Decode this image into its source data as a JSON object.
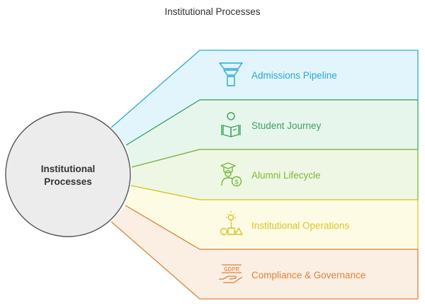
{
  "title": "Institutional Processes",
  "hub": {
    "line1": "Institutional",
    "line2": "Processes"
  },
  "panels": [
    {
      "label": "Admissions Pipeline",
      "icon": "funnel-icon",
      "color": "#2aa9d2",
      "fill": "#e3f5fc"
    },
    {
      "label": "Student Journey",
      "icon": "student-reading-icon",
      "color": "#3aa35c",
      "fill": "#e7f6ec"
    },
    {
      "label": "Alumni Lifecycle",
      "icon": "graduate-dollar-icon",
      "color": "#79b53a",
      "fill": "#eef7e3"
    },
    {
      "label": "Institutional Operations",
      "icon": "process-flow-icon",
      "color": "#d8c52a",
      "fill": "#fdfbe3"
    },
    {
      "label": "Compliance & Governance",
      "icon": "gdpr-hand-icon",
      "color": "#d9843b",
      "fill": "#fbeee3"
    }
  ]
}
